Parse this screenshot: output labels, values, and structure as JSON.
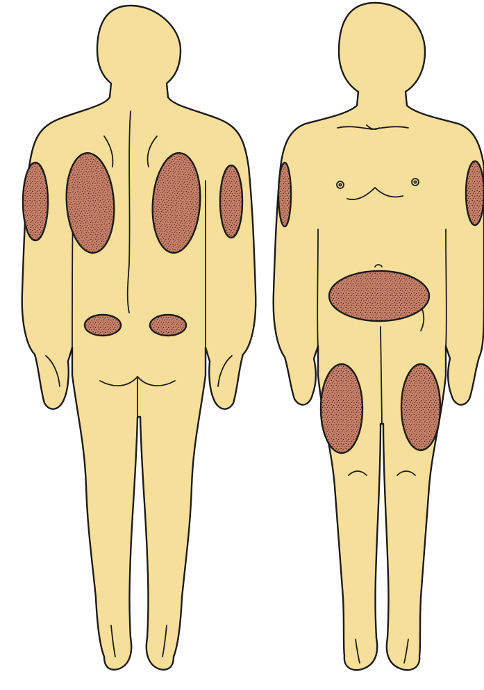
{
  "figure": {
    "views": [
      {
        "id": "back",
        "zones": [
          "left-upper-arm",
          "right-upper-arm",
          "left-upper-back",
          "right-upper-back",
          "left-buttock",
          "right-buttock"
        ]
      },
      {
        "id": "front",
        "zones": [
          "left-upper-arm",
          "right-upper-arm",
          "abdomen",
          "left-thigh",
          "right-thigh"
        ]
      }
    ],
    "colors": {
      "skin": "#f6df9a",
      "outline": "#1b1b1b",
      "zone_fill": "#c9826b",
      "zone_stipple": "#3a1a12",
      "background": "#ffffff"
    }
  }
}
